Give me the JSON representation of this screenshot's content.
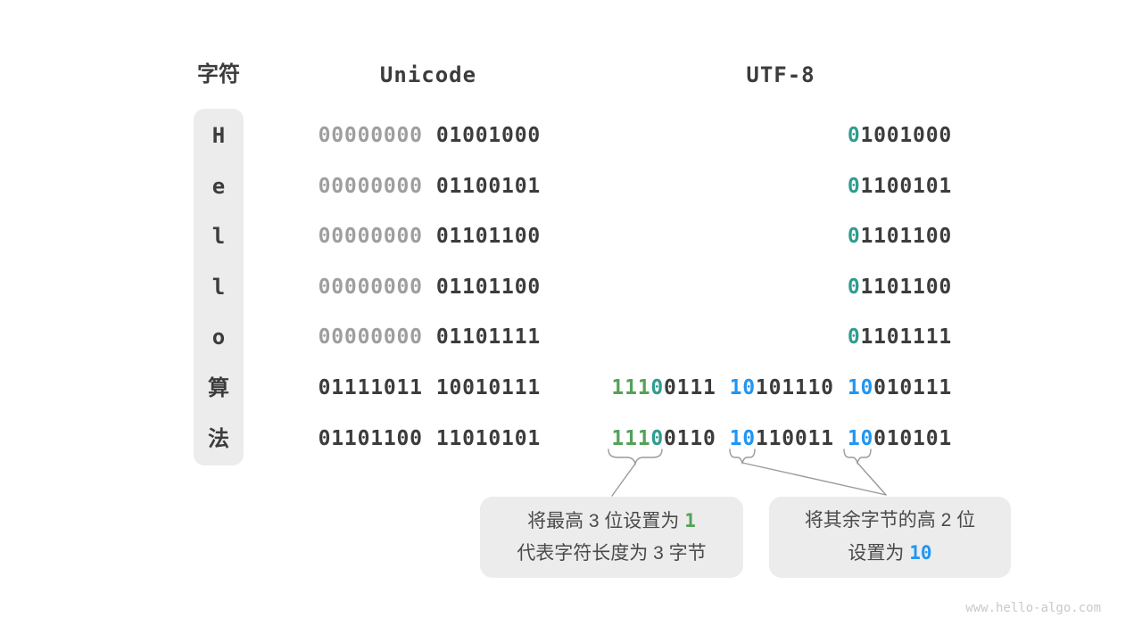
{
  "palette": {
    "dark_text": "#3c3c3c",
    "dim_gray": "#9e9e9e",
    "green_prefix": "#55a158",
    "teal_prefix": "#2e9d8f",
    "blue_prefix": "#2196f3",
    "pill_background": "#ececec",
    "connector_line": "#9a9a9a",
    "watermark_gray": "#c9c9c9"
  },
  "header": {
    "char": "字符",
    "unicode": "Unicode",
    "utf8": "UTF-8"
  },
  "rows": [
    {
      "char": "H",
      "unicode": {
        "b1": "00000000",
        "b2": "01001000"
      },
      "utf8": {
        "p": "0",
        "r": "1001000"
      }
    },
    {
      "char": "e",
      "unicode": {
        "b1": "00000000",
        "b2": "01100101"
      },
      "utf8": {
        "p": "0",
        "r": "1100101"
      }
    },
    {
      "char": "l",
      "unicode": {
        "b1": "00000000",
        "b2": "01101100"
      },
      "utf8": {
        "p": "0",
        "r": "1101100"
      }
    },
    {
      "char": "l",
      "unicode": {
        "b1": "00000000",
        "b2": "01101100"
      },
      "utf8": {
        "p": "0",
        "r": "1101100"
      }
    },
    {
      "char": "o",
      "unicode": {
        "b1": "00000000",
        "b2": "01101111"
      },
      "utf8": {
        "p": "0",
        "r": "1101111"
      }
    },
    {
      "char": "算",
      "unicode": {
        "b1": "01111011",
        "b2": "10010111"
      },
      "utf8_multi": {
        "b1p": "111",
        "b1t": "0",
        "b1r": "0111",
        "b2p": "10",
        "b2r": "101110",
        "b3p": "10",
        "b3r": "010111"
      }
    },
    {
      "char": "法",
      "unicode": {
        "b1": "01101100",
        "b2": "11010101"
      },
      "utf8_multi": {
        "b1p": "111",
        "b1t": "0",
        "b1r": "0110",
        "b2p": "10",
        "b2r": "110011",
        "b3p": "10",
        "b3r": "010101"
      }
    }
  ],
  "callouts": {
    "left": {
      "line1_text": "将最高 3 位设置为 ",
      "line1_highlight": "1",
      "line2_text": "代表字符长度为 3 字节"
    },
    "right": {
      "line1_text": "将其余字节的高 2 位",
      "line2_text": "设置为 ",
      "line2_highlight": "10"
    }
  },
  "watermark": "www.hello-algo.com"
}
